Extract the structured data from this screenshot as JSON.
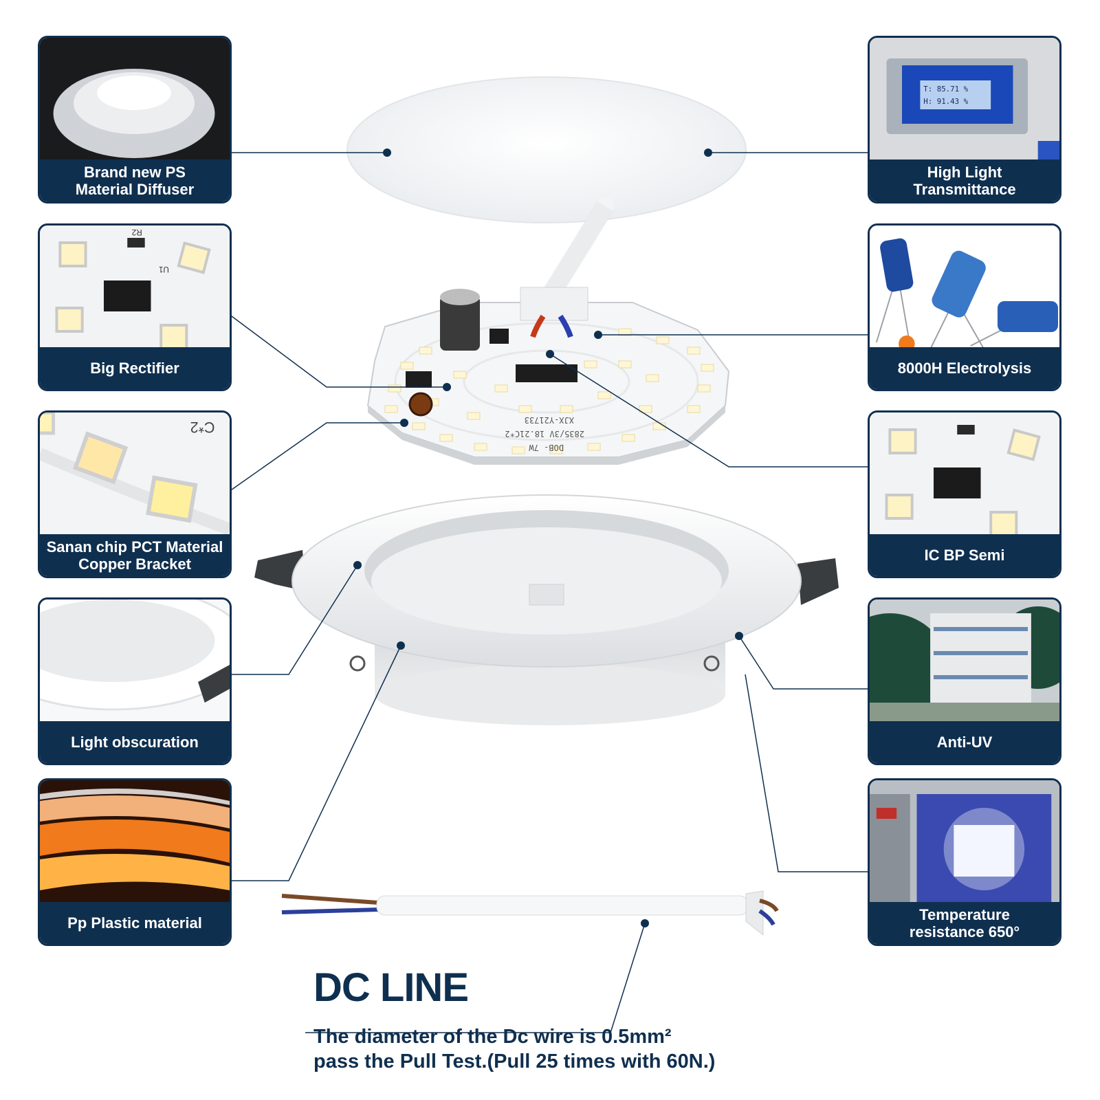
{
  "cards": {
    "ps_diffuser": {
      "line1": "Brand new PS",
      "line2": "Material Diffuser"
    },
    "high_light": {
      "line1": "High Light",
      "line2": "Transmittance"
    },
    "big_rectifier": {
      "line1": "Big Rectifier"
    },
    "electrolysis": {
      "line1": "8000H Electrolysis"
    },
    "sanan_chip": {
      "line1": "Sanan chip PCT Material",
      "line2": "Copper Bracket"
    },
    "ic_bp_semi": {
      "line1": "IC BP Semi"
    },
    "light_obscuration": {
      "line1": "Light obscuration"
    },
    "anti_uv": {
      "line1": "Anti-UV"
    },
    "pp_plastic": {
      "line1": "Pp Plastic material"
    },
    "temperature": {
      "line1": "Temperature",
      "line2": "resistance 650°"
    }
  },
  "pcb_labels": {
    "model": "XJX-Y21733",
    "spec": "2835/3V 18.21C*2",
    "power": "DOB- 7W",
    "thumb_mark": "C*2",
    "chip_r": "R2",
    "chip_u": "U1"
  },
  "meter": {
    "t": "T: 85.71 %",
    "h": "H: 91.43 %"
  },
  "dc_line": {
    "title": "DC LINE",
    "desc_line1": "The diameter of the Dc wire is 0.5mm²",
    "desc_line2": "pass the Pull Test.(Pull 25 times with 60N.)"
  },
  "colors": {
    "navy": "#0f2f4f",
    "accent_orange": "#f07a1c"
  }
}
